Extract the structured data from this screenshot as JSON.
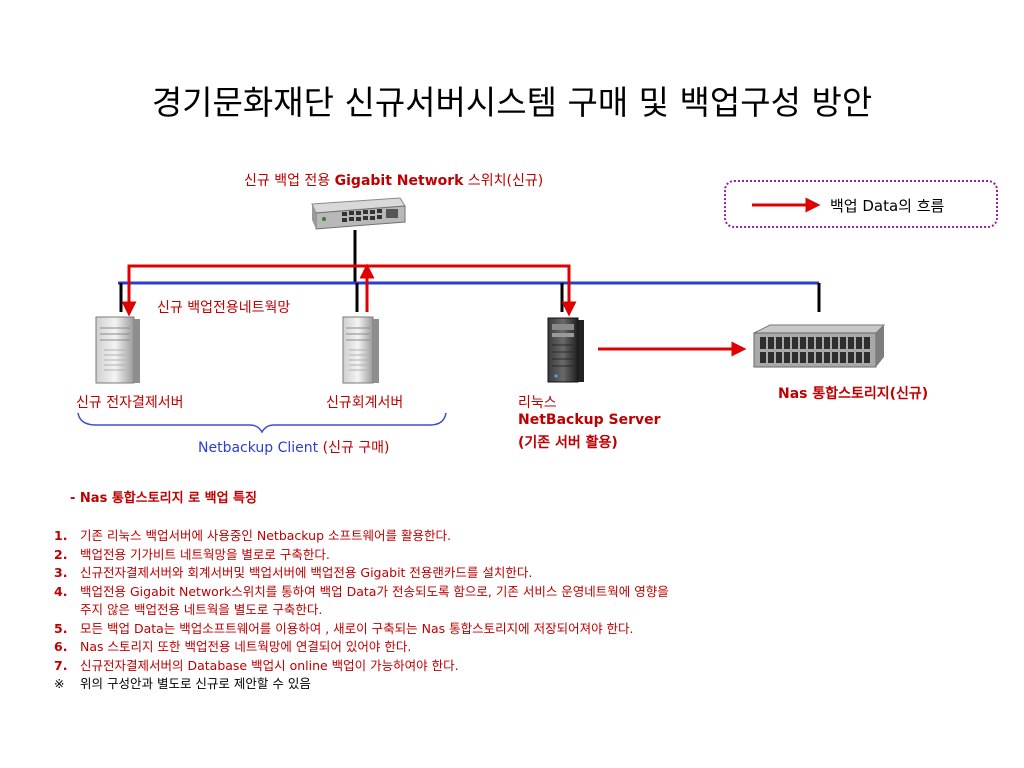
{
  "title": "경기문화재단  신규서버시스템 구매 및 백업구성 방안",
  "switch": {
    "label_prefix": "신규 백업 전용 ",
    "label_bold": "Gigabit Network",
    "label_suffix": " 스위치(신규)"
  },
  "legend": {
    "text": "백업 Data의 흐름",
    "color": "#e00000"
  },
  "network_label": "신규 백업전용네트웍망",
  "nodes": {
    "server1": "신규 전자결제서버",
    "server2": "신규회계서버",
    "linux_line1": "리눅스",
    "linux_line2": "NetBackup Server",
    "linux_line3": "(기존 서버 활용)",
    "nas": "Nas 통합스토리지(신규)"
  },
  "client_group": {
    "label": "Netbackup  Client  ",
    "label_note": "(신규 구매)"
  },
  "features_title": "- Nas 통합스토리지 로 백업 특징",
  "items": [
    {
      "num": "1.",
      "text": "기존  리눅스 백업서버에 사용중인  Netbackup 소프트웨어를  활용한다."
    },
    {
      "num": "2.",
      "text": "백업전용 기가비트  네트웍망을 별로로 구축한다."
    },
    {
      "num": "3.",
      "text": "신규전자결제서버와  회계서버및 백업서버에  백업전용 Gigabit  전용랜카드를 설치한다."
    },
    {
      "num": "4.",
      "text": "백업전용 Gigabit  Network스위치를 통하여 백업 Data가 전송되도록 함으로, 기존 서비스 운영네트웍에 영향을",
      "text2": "주지 않은 백업전용 네트웍을  별도로 구축한다."
    },
    {
      "num": "5.",
      "text": "모든 백업 Data는  백업소프트웨어를  이용하여 , 새로이 구축되는 Nas 통합스토리지에 저장되어져야 한다."
    },
    {
      "num": "6.",
      "text": "Nas 스토리지 또한 백업전용 네트웍망에 연결되어 있어야 한다."
    },
    {
      "num": "7.",
      "text": "신규전자결제서버의  Database 백업시  online  백업이 가능하여야 한다."
    }
  ],
  "note": {
    "mark": "※",
    "text": "위의 구성안과 별도로 신규로 제안할 수 있음"
  },
  "colors": {
    "network_line": "#2b3ed6",
    "flow_arrow": "#e00000",
    "text_red": "#c00000",
    "legend_border": "#9b1fa0"
  }
}
